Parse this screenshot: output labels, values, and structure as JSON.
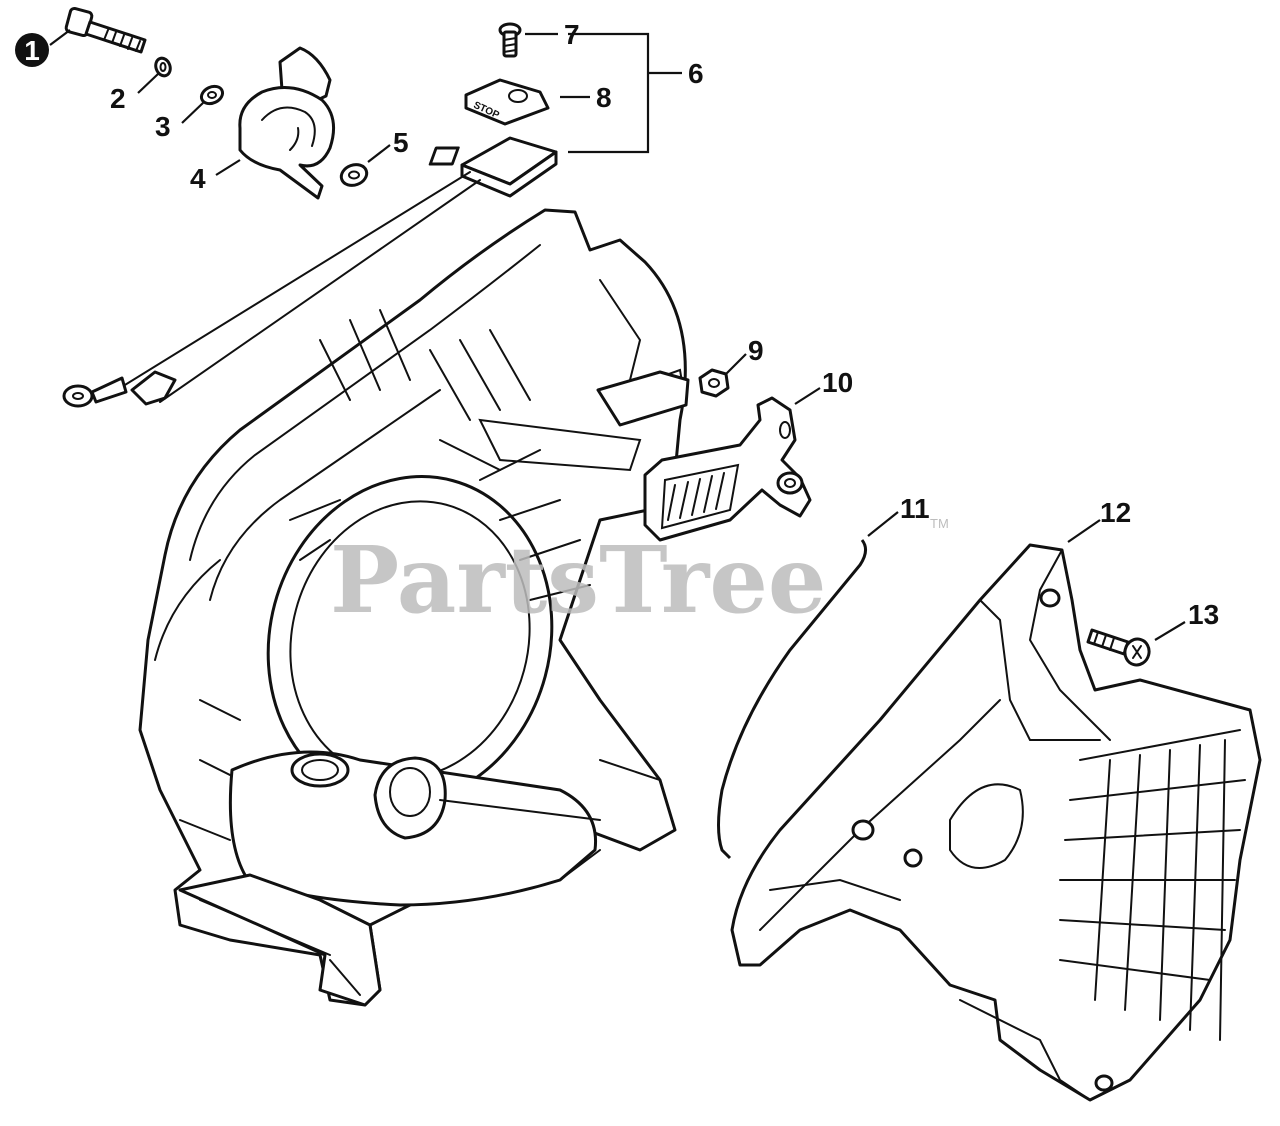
{
  "watermark": {
    "text": "PartsTree",
    "trademark": "TM"
  },
  "stop_label": "STOP",
  "callouts": [
    {
      "id": "1",
      "label": "1",
      "circled": true
    },
    {
      "id": "2",
      "label": "2"
    },
    {
      "id": "3",
      "label": "3"
    },
    {
      "id": "4",
      "label": "4"
    },
    {
      "id": "5",
      "label": "5"
    },
    {
      "id": "6",
      "label": "6"
    },
    {
      "id": "7",
      "label": "7"
    },
    {
      "id": "8",
      "label": "8"
    },
    {
      "id": "9",
      "label": "9"
    },
    {
      "id": "10",
      "label": "10"
    },
    {
      "id": "11",
      "label": "11"
    },
    {
      "id": "12",
      "label": "12"
    },
    {
      "id": "13",
      "label": "13"
    }
  ],
  "colors": {
    "line": "#111111",
    "watermark": "#bdbdbd",
    "background": "#ffffff"
  }
}
